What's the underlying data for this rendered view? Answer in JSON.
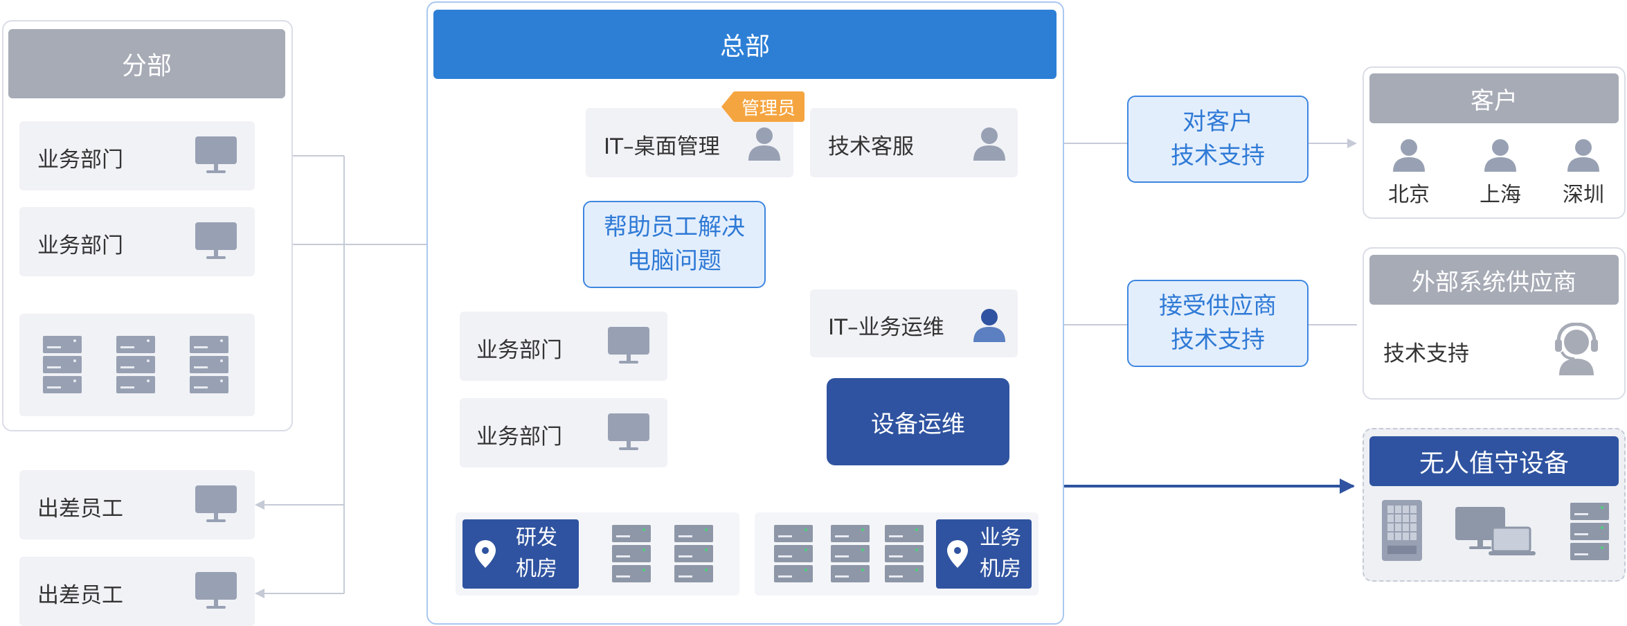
{
  "branch": {
    "title": "分部",
    "cards": [
      {
        "label": "业务部门",
        "icon": "monitor-icon"
      },
      {
        "label": "业务部门",
        "icon": "monitor-icon"
      }
    ],
    "server_icon": "server-rack-icon"
  },
  "travel": [
    {
      "label": "出差员工",
      "icon": "monitor-icon"
    },
    {
      "label": "出差员工",
      "icon": "monitor-icon"
    }
  ],
  "hq": {
    "title": "总部",
    "it_desktop": {
      "label": "IT–桌面管理",
      "tag": "管理员",
      "icon": "person-icon"
    },
    "tech_service": {
      "label": "技术客服",
      "icon": "person-icon"
    },
    "help_callout": [
      "帮助员工解决",
      "电脑问题"
    ],
    "depts": [
      {
        "label": "业务部门",
        "icon": "monitor-icon"
      },
      {
        "label": "业务部门",
        "icon": "monitor-icon"
      }
    ],
    "it_ops": {
      "label": "IT–业务运维",
      "icon": "person-icon"
    },
    "device_ops": "设备运维",
    "rd_room": [
      "研发",
      "机房"
    ],
    "biz_room": [
      "业务",
      "机房"
    ]
  },
  "customer_callout": [
    "对客户",
    "技术支持"
  ],
  "vendor_callout": [
    "接受供应商",
    "技术支持"
  ],
  "customer": {
    "title": "客户",
    "locations": [
      "北京",
      "上海",
      "深圳"
    ]
  },
  "vendor": {
    "title": "外部系统供应商",
    "label": "技术支持",
    "icon": "headset-icon"
  },
  "unattended": {
    "title": "无人值守设备"
  },
  "colors": {
    "blue": "#2d7fd6",
    "navy": "#2f53a0",
    "gray_header": "#a7abb6",
    "card_bg": "#f1f2f6",
    "callout_bg": "#e3eefc",
    "tag_orange": "#f5a540",
    "line": "#c5cad6"
  }
}
